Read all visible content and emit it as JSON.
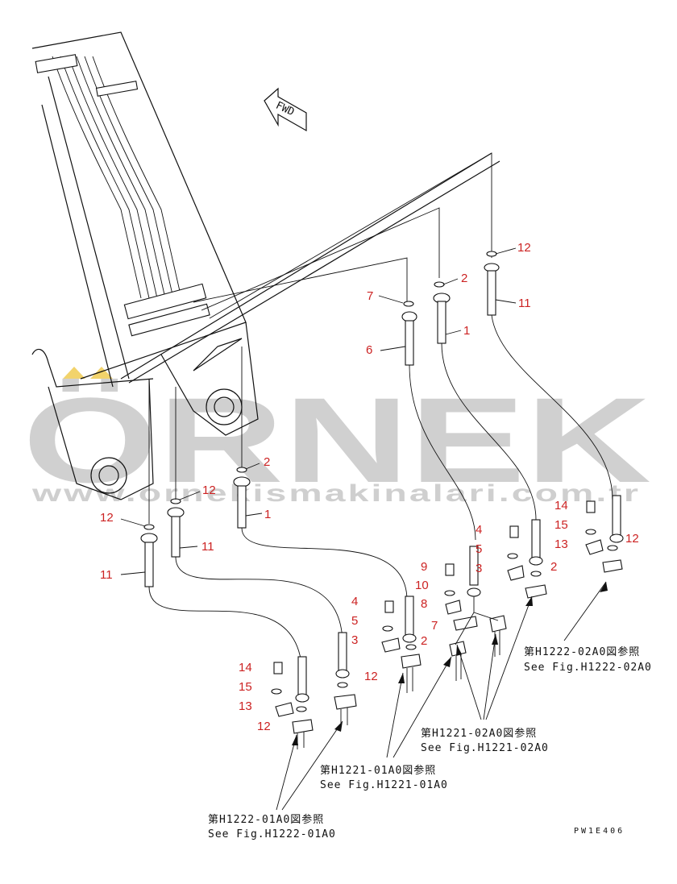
{
  "watermark": {
    "brand": "ÖRNEK",
    "url": "www.ornekismakinalari.com.tr",
    "color": "#d0d0d0",
    "accent": "#f2d36b"
  },
  "direction_label": "FWD",
  "callouts": {
    "top_right_12": "12",
    "top_right_11": "11",
    "mid_2": "2",
    "mid_1": "1",
    "mid_7": "7",
    "mid_6": "6",
    "left_2": "2",
    "left_1": "1",
    "left_12a": "12",
    "left_12b": "12",
    "left_11a": "11",
    "left_11b": "11",
    "r_14": "14",
    "r_15": "15",
    "r_13": "13",
    "r_12": "12",
    "r_4": "4",
    "r_5": "5",
    "r_3": "3",
    "r_2": "2",
    "c_9": "9",
    "c_10": "10",
    "c_8": "8",
    "c_7": "7",
    "c_2": "2",
    "l_4": "4",
    "l_5": "5",
    "l_3": "3",
    "l_12": "12",
    "b_14": "14",
    "b_15": "15",
    "b_13": "13",
    "b_12": "12"
  },
  "references": {
    "h1222_02a0_jp": "第H1222-02A0図参照",
    "h1222_02a0_en": "See Fig.H1222-02A0",
    "h1221_02a0_jp": "第H1221-02A0図参照",
    "h1221_02a0_en": "See Fig.H1221-02A0",
    "h1221_01a0_jp": "第H1221-01A0図参照",
    "h1221_01a0_en": "See Fig.H1221-01A0",
    "h1222_01a0_jp": "第H1222-01A0図参照",
    "h1222_01a0_en": "See Fig.H1222-01A0"
  },
  "drawing_code": "PW1E406"
}
